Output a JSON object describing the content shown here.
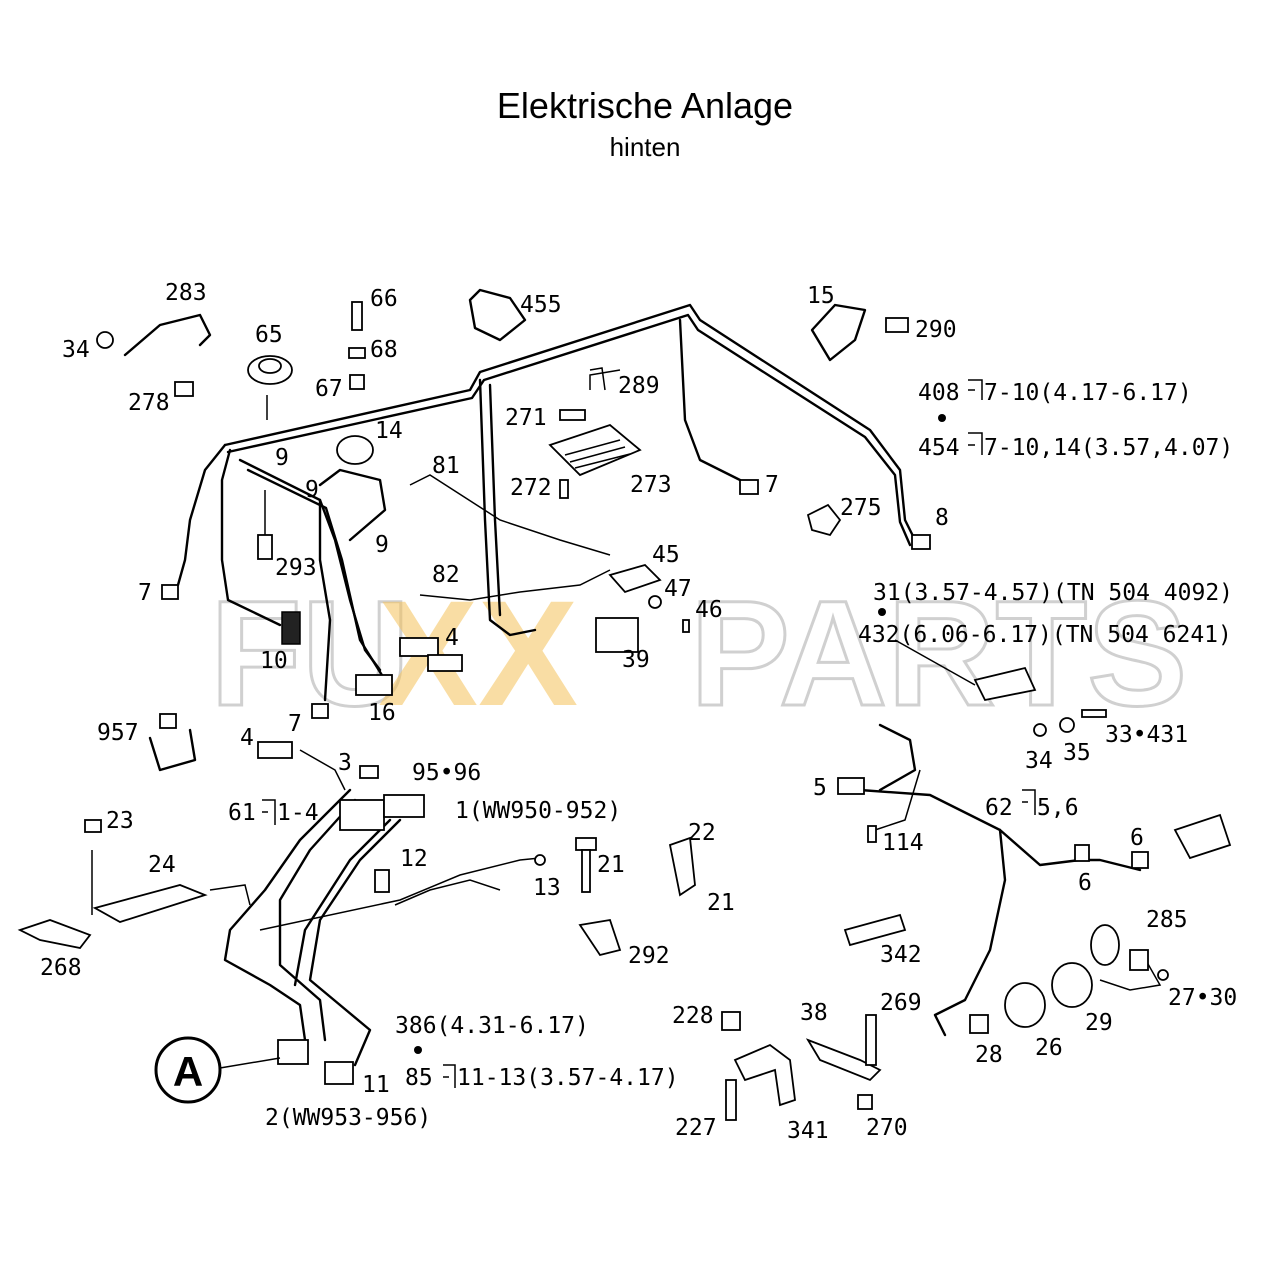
{
  "header": {
    "title": "Elektrische Anlage",
    "subtitle": "hinten"
  },
  "watermark": {
    "text_left": "FU",
    "text_mid": "XX",
    "text_right": "PARTS"
  },
  "callout": {
    "marker": "A"
  },
  "labels": {
    "l283": "283",
    "l34a": "34",
    "l278": "278",
    "l65": "65",
    "l66": "66",
    "l68": "68",
    "l67": "67",
    "l455": "455",
    "l14": "14",
    "l9a": "9",
    "l9b": "9",
    "l9c": "9",
    "l81": "81",
    "l271": "271",
    "l289": "289",
    "l272": "272",
    "l273": "273",
    "l15": "15",
    "l290": "290",
    "l408": "408",
    "l408r": "7-10(4.17-6.17)",
    "l454": "454",
    "l454r": "7-10,14(3.57,4.07)",
    "l7a": "7",
    "l275": "275",
    "l8": "8",
    "l7b": "7",
    "l293": "293",
    "l82": "82",
    "l45": "45",
    "l47": "47",
    "l46": "46",
    "l4a": "4",
    "l39": "39",
    "l10": "10",
    "l16": "16",
    "l7c": "7",
    "l31": "31(3.57-4.57)(TN 504 4092)",
    "l432": "432(6.06-6.17)(TN 504 6241)",
    "l957": "957",
    "l4b": "4",
    "l3": "3",
    "l9596": "95•96",
    "l61": "61",
    "l61r": "1-4",
    "l1": "1(WW950-952)",
    "l3433": "33•431",
    "l34b": "34",
    "l35": "35",
    "l5a": "5",
    "l62": "62",
    "l62r": "5,6",
    "l114": "114",
    "l6a": "6",
    "l6b": "6",
    "l23": "23",
    "l24": "24",
    "l268": "268",
    "l12": "12",
    "l13": "13",
    "l22": "22",
    "l21a": "21",
    "l21b": "21",
    "l292": "292",
    "l342": "342",
    "l285": "285",
    "l2730": "27•30",
    "l228": "228",
    "l38": "38",
    "l269": "269",
    "l29": "29",
    "l28": "28",
    "l26": "26",
    "l386": "386(4.31-6.17)",
    "l85": "85",
    "l85r": "11-13(3.57-4.17)",
    "l11": "11",
    "l2": "2(WW953-956)",
    "l227": "227",
    "l341": "341",
    "l270": "270"
  }
}
